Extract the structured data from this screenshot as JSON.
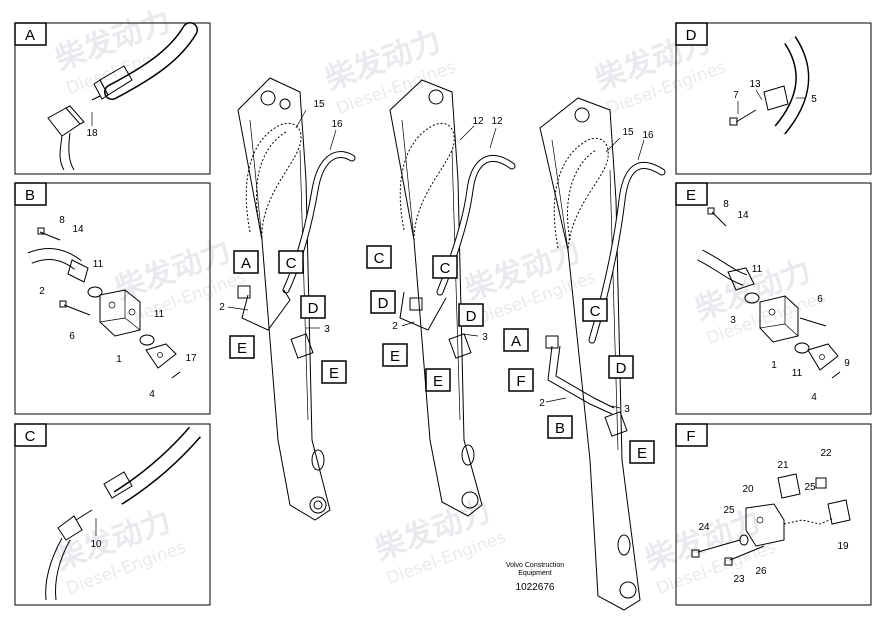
{
  "detail_panels": [
    {
      "letter": "A",
      "callouts": [
        "18"
      ]
    },
    {
      "letter": "B",
      "callouts": [
        "8",
        "14",
        "2",
        "11",
        "6",
        "1",
        "11",
        "17",
        "4"
      ]
    },
    {
      "letter": "C",
      "callouts": [
        "10"
      ]
    },
    {
      "letter": "D",
      "callouts": [
        "7",
        "13",
        "5"
      ]
    },
    {
      "letter": "E",
      "callouts": [
        "8",
        "14",
        "11",
        "6",
        "3",
        "1",
        "11",
        "9",
        "4"
      ]
    },
    {
      "letter": "F",
      "callouts": [
        "21",
        "22",
        "20",
        "25",
        "25",
        "24",
        "23",
        "26",
        "19"
      ]
    }
  ],
  "boom_diagrams": [
    {
      "callouts": [
        "15",
        "16",
        "2",
        "3"
      ],
      "markers": [
        "A",
        "C",
        "D",
        "E",
        "E"
      ]
    },
    {
      "callouts": [
        "12",
        "12",
        "2",
        "3"
      ],
      "markers": [
        "C",
        "C",
        "D",
        "D",
        "E",
        "E"
      ]
    },
    {
      "callouts": [
        "15",
        "16",
        "2",
        "3"
      ],
      "markers": [
        "A",
        "C",
        "F",
        "D",
        "B",
        "E"
      ]
    }
  ],
  "footer": {
    "company_line1": "Volvo Construction",
    "company_line2": "Equipment",
    "part_number": "1022676"
  },
  "watermark": {
    "brand_cn": "柴发动力",
    "brand_en": "Diesel-Engines"
  }
}
